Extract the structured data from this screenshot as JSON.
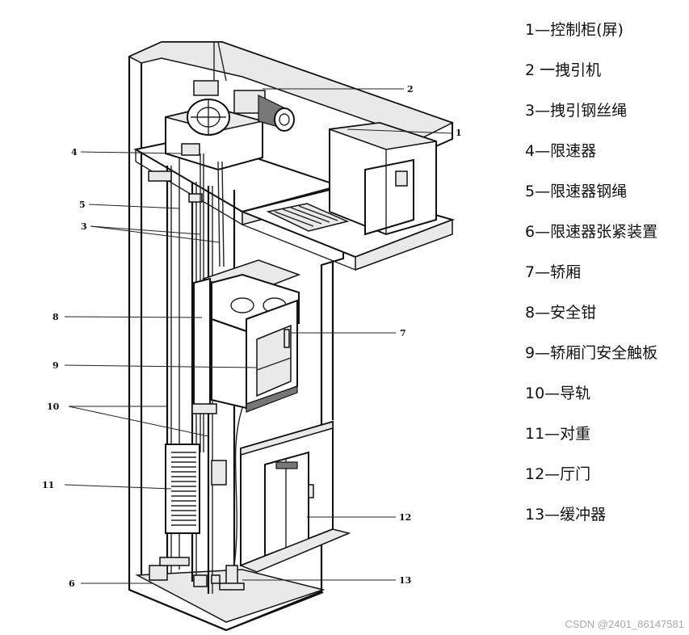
{
  "legend": [
    "1—控制柜(屏)",
    "2 一拽引机",
    "3—拽引钢丝绳",
    "4—限速器",
    "5—限速器钢绳",
    "6—限速器张紧装置",
    "7—轿厢",
    "8—安全钳",
    "9—轿厢门安全触板",
    "10—导轨",
    "11—对重",
    "12—厅门",
    "13—缓冲器"
  ],
  "callouts": [
    "1",
    "2",
    "3",
    "4",
    "5",
    "6",
    "7",
    "8",
    "9",
    "10",
    "11",
    "12",
    "13"
  ],
  "watermark": "CSDN @2401_86147581",
  "colors": {
    "line": "#111111",
    "watermark": "#a9a9a9",
    "background": "#ffffff"
  }
}
